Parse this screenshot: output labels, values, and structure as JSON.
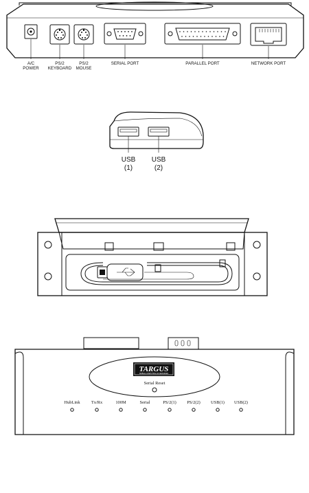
{
  "figure1": {
    "labels": {
      "ac_power": [
        "A/C",
        "POWER"
      ],
      "ps2_keyboard": [
        "PS/2",
        "KEYBOARD"
      ],
      "ps2_mouse": [
        "PS/2",
        "MOUSE"
      ],
      "serial_port": "SERIAL PORT",
      "parallel_port": "PARALLEL PORT",
      "network_port": "NETWORK PORT"
    }
  },
  "figure2": {
    "labels": {
      "usb1": [
        "USB",
        "(1)"
      ],
      "usb2": [
        "USB",
        "(2)"
      ]
    }
  },
  "figure4": {
    "logo": {
      "brand": "TARGUS",
      "sub": "MOBILE COMPUTING ACCESSORIES"
    },
    "serial_reset": "Serial Reset",
    "indicators": [
      "HubLink",
      "Tx/Rx",
      "100M",
      "Serial",
      "PS/2(1)",
      "PS/2(2)",
      "USB(1)",
      "USB(2)"
    ]
  }
}
